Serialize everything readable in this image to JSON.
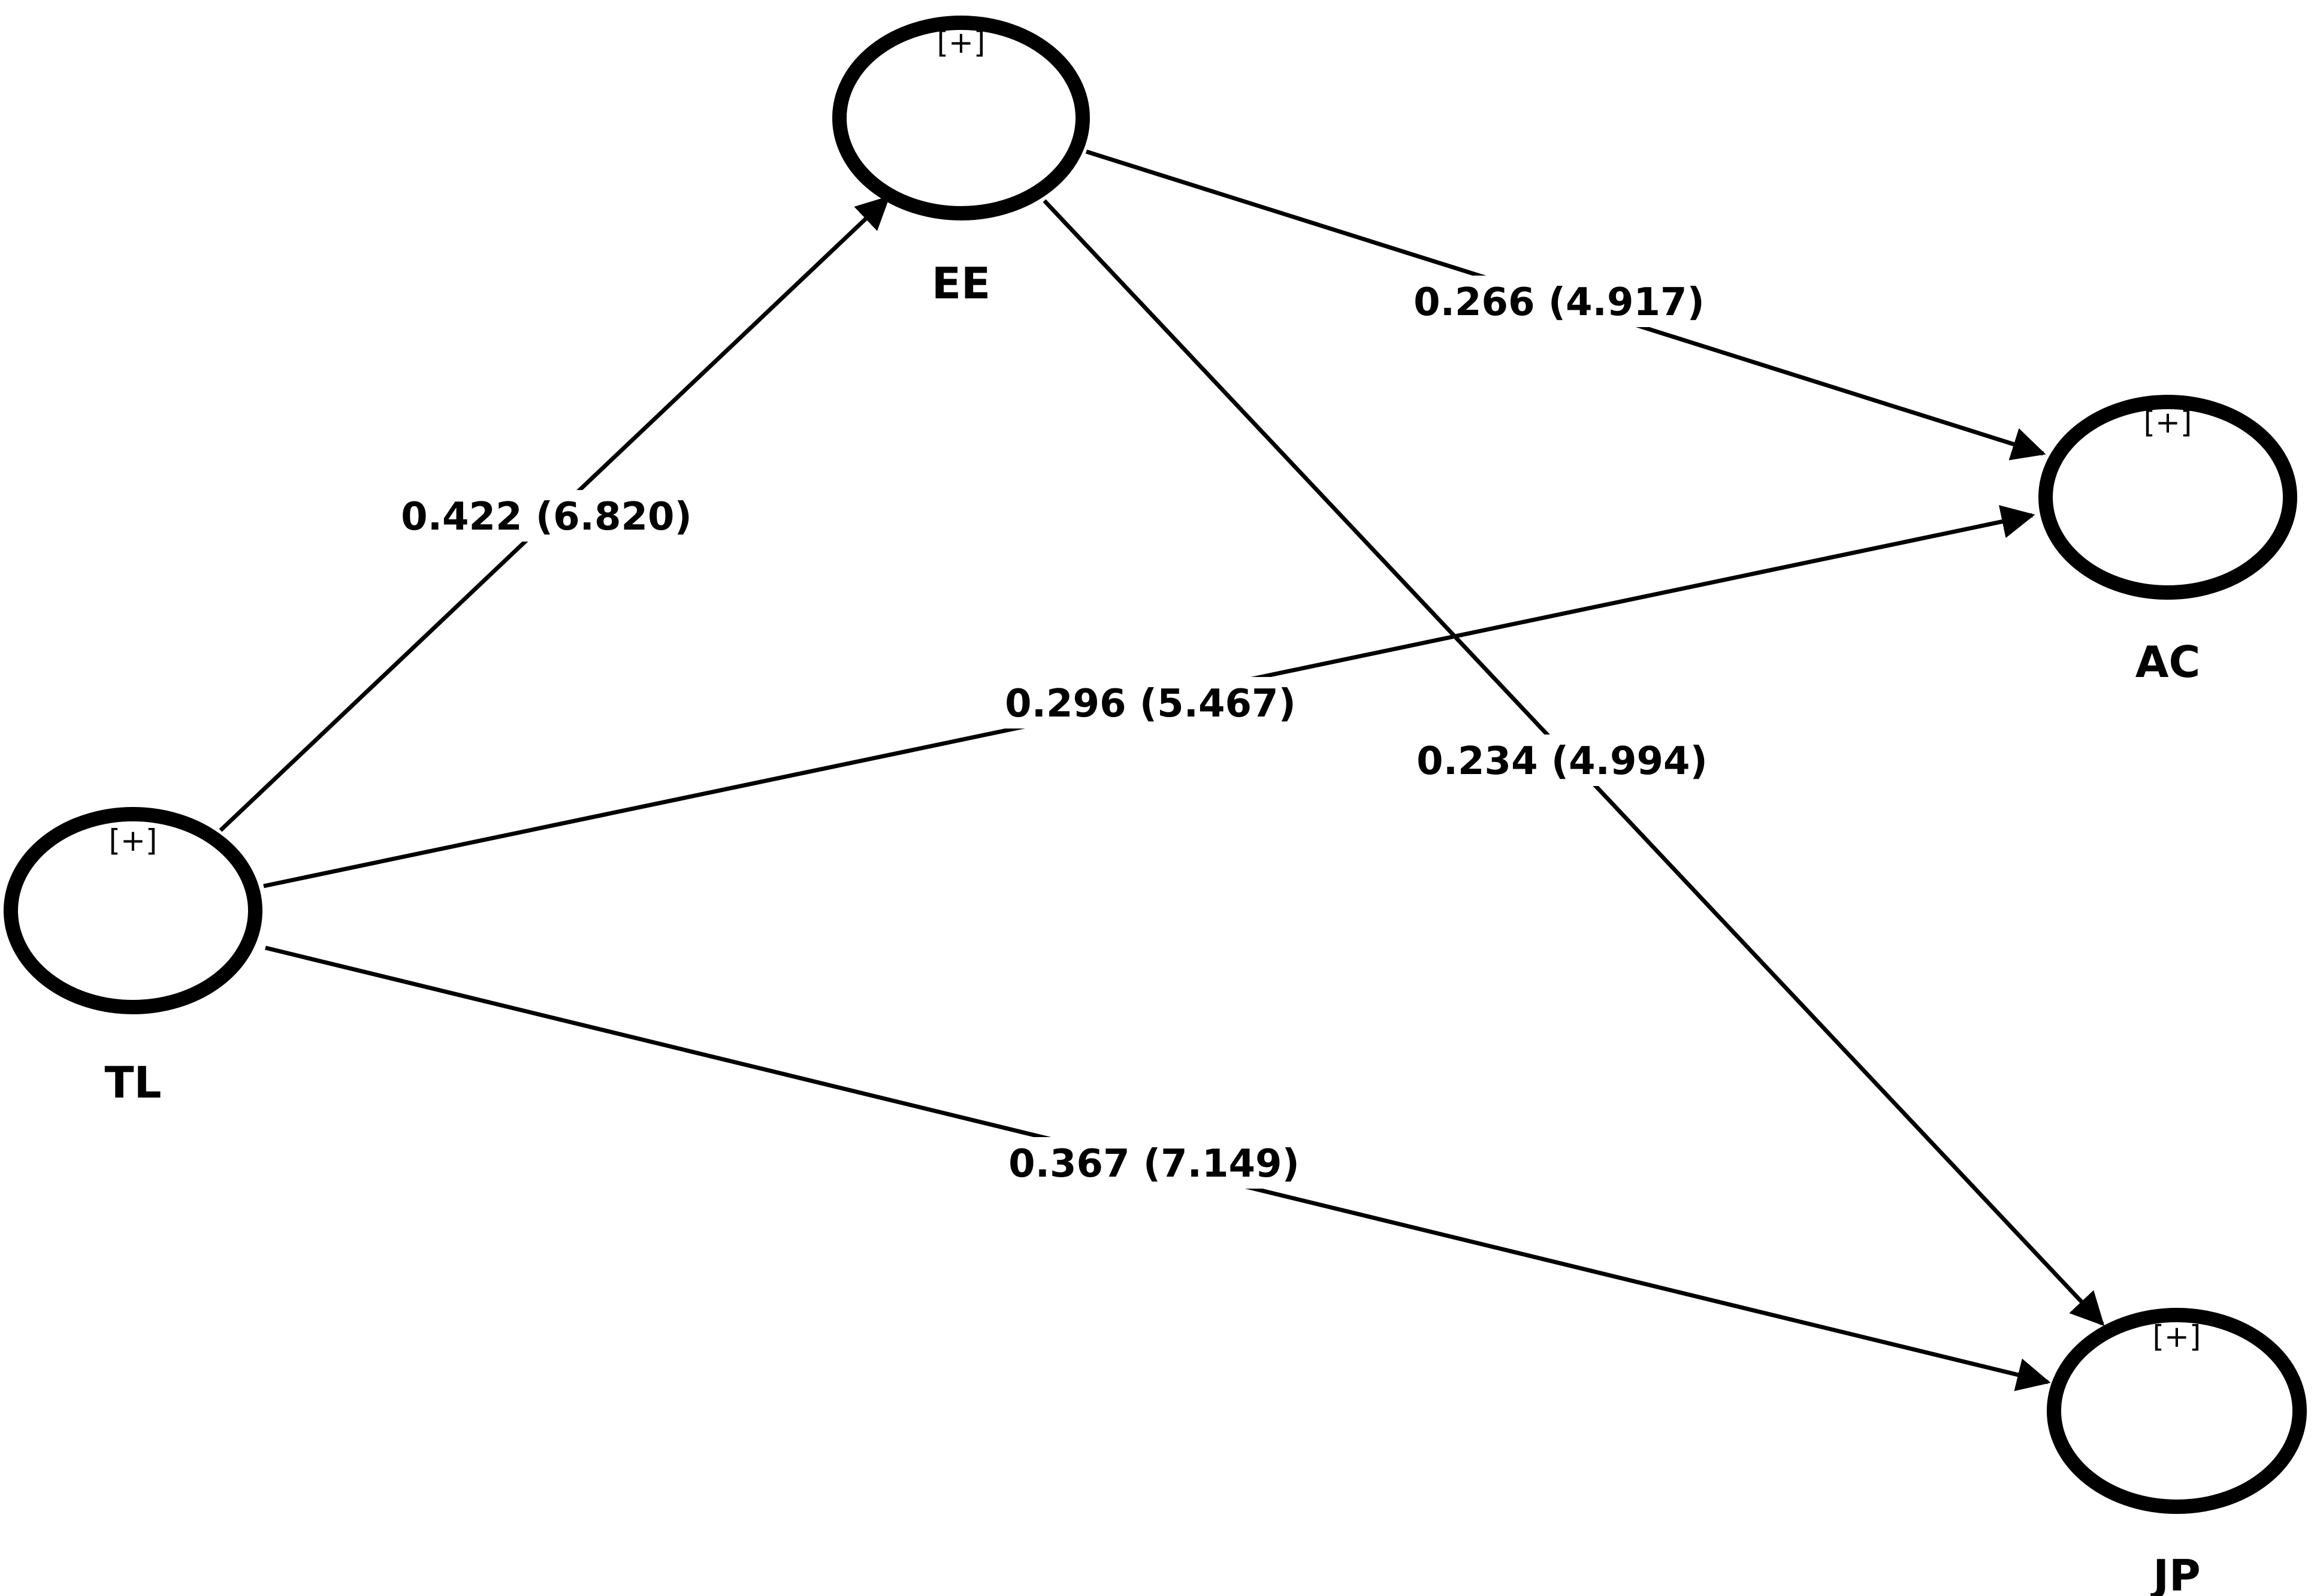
{
  "diagram": {
    "nodes": [
      {
        "id": "EE",
        "label": "EE",
        "expand_marker": "[+]"
      },
      {
        "id": "AC",
        "label": "AC",
        "expand_marker": "[+]"
      },
      {
        "id": "TL",
        "label": "TL",
        "expand_marker": "[+]"
      },
      {
        "id": "JP",
        "label": "JP",
        "expand_marker": "[+]"
      }
    ],
    "paths": [
      {
        "from": "TL",
        "to": "EE",
        "label": "0.422 (6.820)"
      },
      {
        "from": "EE",
        "to": "AC",
        "label": "0.266 (4.917)"
      },
      {
        "from": "TL",
        "to": "AC",
        "label": "0.296 (5.467)"
      },
      {
        "from": "EE",
        "to": "JP",
        "label": "0.234 (4.994)"
      },
      {
        "from": "TL",
        "to": "JP",
        "label": "0.367 (7.149)"
      }
    ]
  }
}
